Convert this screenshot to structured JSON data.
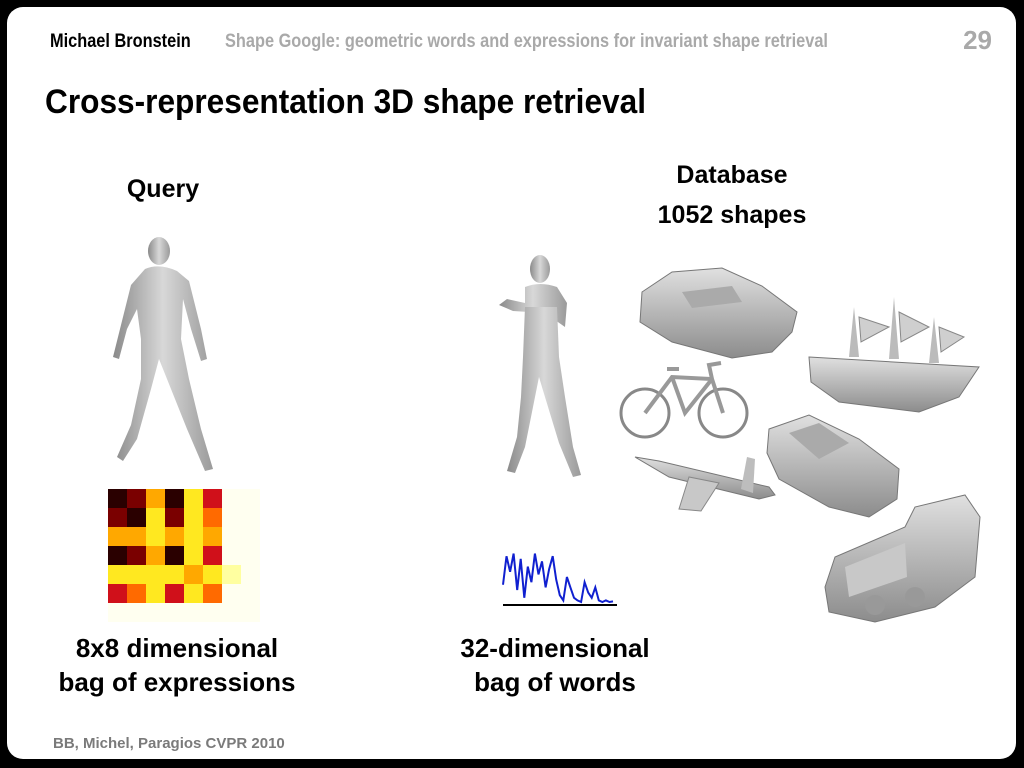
{
  "header": {
    "author": "Michael Bronstein",
    "talk_title": "Shape Google: geometric words and expressions for invariant shape retrieval",
    "page_number": "29"
  },
  "slide": {
    "title": "Cross-representation 3D shape retrieval",
    "query_label": "Query",
    "database_label": "Database",
    "database_count": "1052 shapes",
    "caption_left": [
      "8x8 dimensional",
      "bag of expressions"
    ],
    "caption_right": [
      "32-dimensional",
      "bag of words"
    ]
  },
  "heatmap": {
    "colors": {
      "a": "#2a0000",
      "b": "#7a0000",
      "c": "#d0101a",
      "d": "#ff6a00",
      "e": "#ffa800",
      "f": "#ffe820",
      "g": "#ffffa0",
      "h": "#fffff0"
    },
    "cells": [
      [
        "a",
        "b",
        "e",
        "a",
        "f",
        "c",
        "h",
        "h"
      ],
      [
        "b",
        "a",
        "f",
        "b",
        "f",
        "d",
        "h",
        "h"
      ],
      [
        "e",
        "e",
        "f",
        "e",
        "f",
        "e",
        "h",
        "h"
      ],
      [
        "a",
        "b",
        "e",
        "a",
        "f",
        "c",
        "h",
        "h"
      ],
      [
        "f",
        "f",
        "f",
        "f",
        "e",
        "f",
        "g",
        "h"
      ],
      [
        "c",
        "d",
        "f",
        "c",
        "f",
        "d",
        "h",
        "h"
      ],
      [
        "h",
        "h",
        "h",
        "h",
        "h",
        "h",
        "h",
        "h"
      ]
    ]
  },
  "histogram": {
    "values": [
      0.35,
      0.9,
      0.6,
      0.95,
      0.25,
      0.85,
      0.1,
      0.7,
      0.4,
      0.95,
      0.55,
      0.8,
      0.3,
      0.65,
      0.9,
      0.45,
      0.15,
      0.05,
      0.5,
      0.3,
      0.1,
      0.05,
      0.02,
      0.4,
      0.2,
      0.1,
      0.3,
      0.05,
      0.02,
      0.05,
      0.02,
      0.03
    ],
    "line_color": "#1020d0"
  },
  "footer": {
    "citation": "BB, Michel, Paragios CVPR 2010"
  }
}
